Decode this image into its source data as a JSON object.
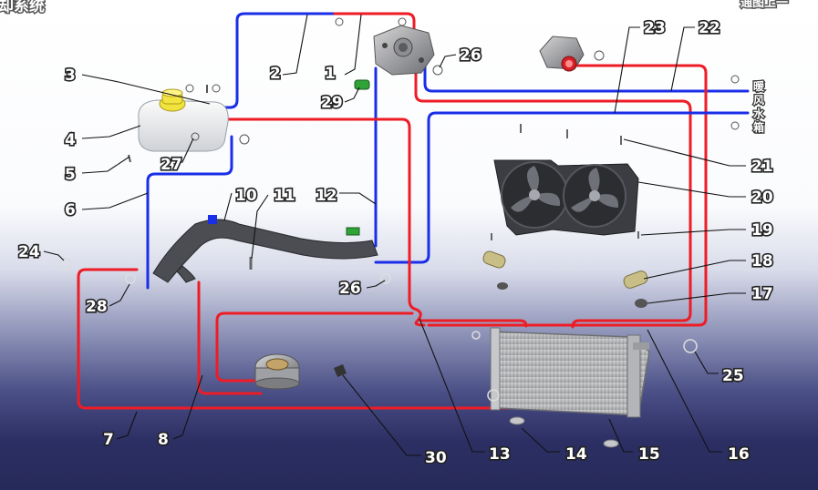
{
  "header": {
    "title_left": "却系统",
    "title_right": "通图上一"
  },
  "hvac_label": [
    "暖",
    "风",
    "水",
    "箱"
  ],
  "callouts": [
    "1",
    "2",
    "3",
    "4",
    "5",
    "6",
    "7",
    "8",
    "10",
    "11",
    "12",
    "13",
    "14",
    "15",
    "16",
    "17",
    "18",
    "19",
    "20",
    "21",
    "22",
    "23",
    "24",
    "25",
    "26",
    "26",
    "27",
    "28",
    "29",
    "30"
  ],
  "colors": {
    "hot_coolant_line": "#ee1c25",
    "cold_coolant_line": "#1a2ee8",
    "background_top": "#ffffff",
    "background_bottom": "#262a5a"
  },
  "icons": [
    "expansion-tank-icon",
    "thermostat-housing-icon",
    "water-pump-icon",
    "radiator-icon",
    "fan-assembly-icon",
    "pipe-assembly-icon",
    "thermostat-icon",
    "hose-clamp-icon",
    "bolt-icon",
    "bracket-icon",
    "rubber-pad-icon",
    "washer-icon"
  ]
}
